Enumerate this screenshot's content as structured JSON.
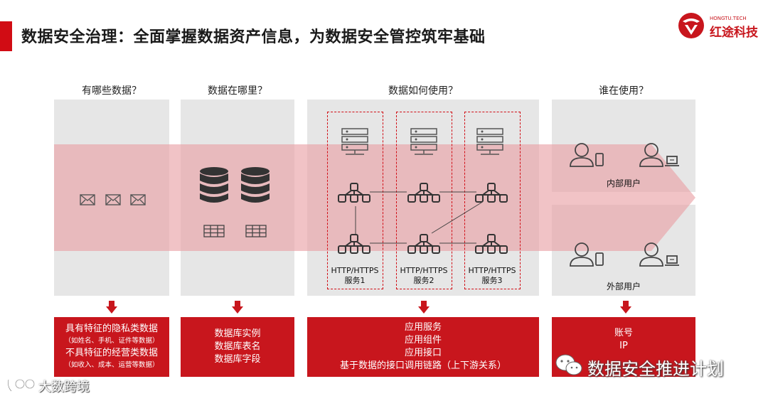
{
  "header": {
    "title": "数据安全治理：全面掌握数据资产信息，为数据安全管控筑牢基础",
    "logo_small": "HONGTU.TECH",
    "logo_name": "红途科技"
  },
  "columns": [
    {
      "heading": "有哪些数据？"
    },
    {
      "heading": "数据在哪里？"
    },
    {
      "heading": "数据如何使用？"
    },
    {
      "heading": "谁在使用？"
    }
  ],
  "services": [
    {
      "protocol": "HTTP/HTTPS",
      "name": "服务1"
    },
    {
      "protocol": "HTTP/HTTPS",
      "name": "服务2"
    },
    {
      "protocol": "HTTP/HTTPS",
      "name": "服务3"
    }
  ],
  "users": {
    "internal": "内部用户",
    "external": "外部用户"
  },
  "boxes": {
    "box1": {
      "line1": "具有特征的隐私类数据",
      "line2": "（如姓名、手机、证件等数据）",
      "line3": "不具特征的经营类数据",
      "line4": "（如收入、成本、运营等数据）"
    },
    "box2": [
      "数据库实例",
      "数据库表名",
      "数据库字段"
    ],
    "box3": [
      "应用服务",
      "应用组件",
      "应用接口",
      "基于数据的接口调用链路（上下游关系）"
    ],
    "box4": [
      "账号",
      "IP"
    ]
  },
  "watermarks": {
    "right": "数据安全推进计划",
    "left": "大数跨境"
  },
  "colors": {
    "accent": "#d10c14",
    "band": "#f0b7bb",
    "panel": "#e6e6e6",
    "icon": "#555555"
  }
}
